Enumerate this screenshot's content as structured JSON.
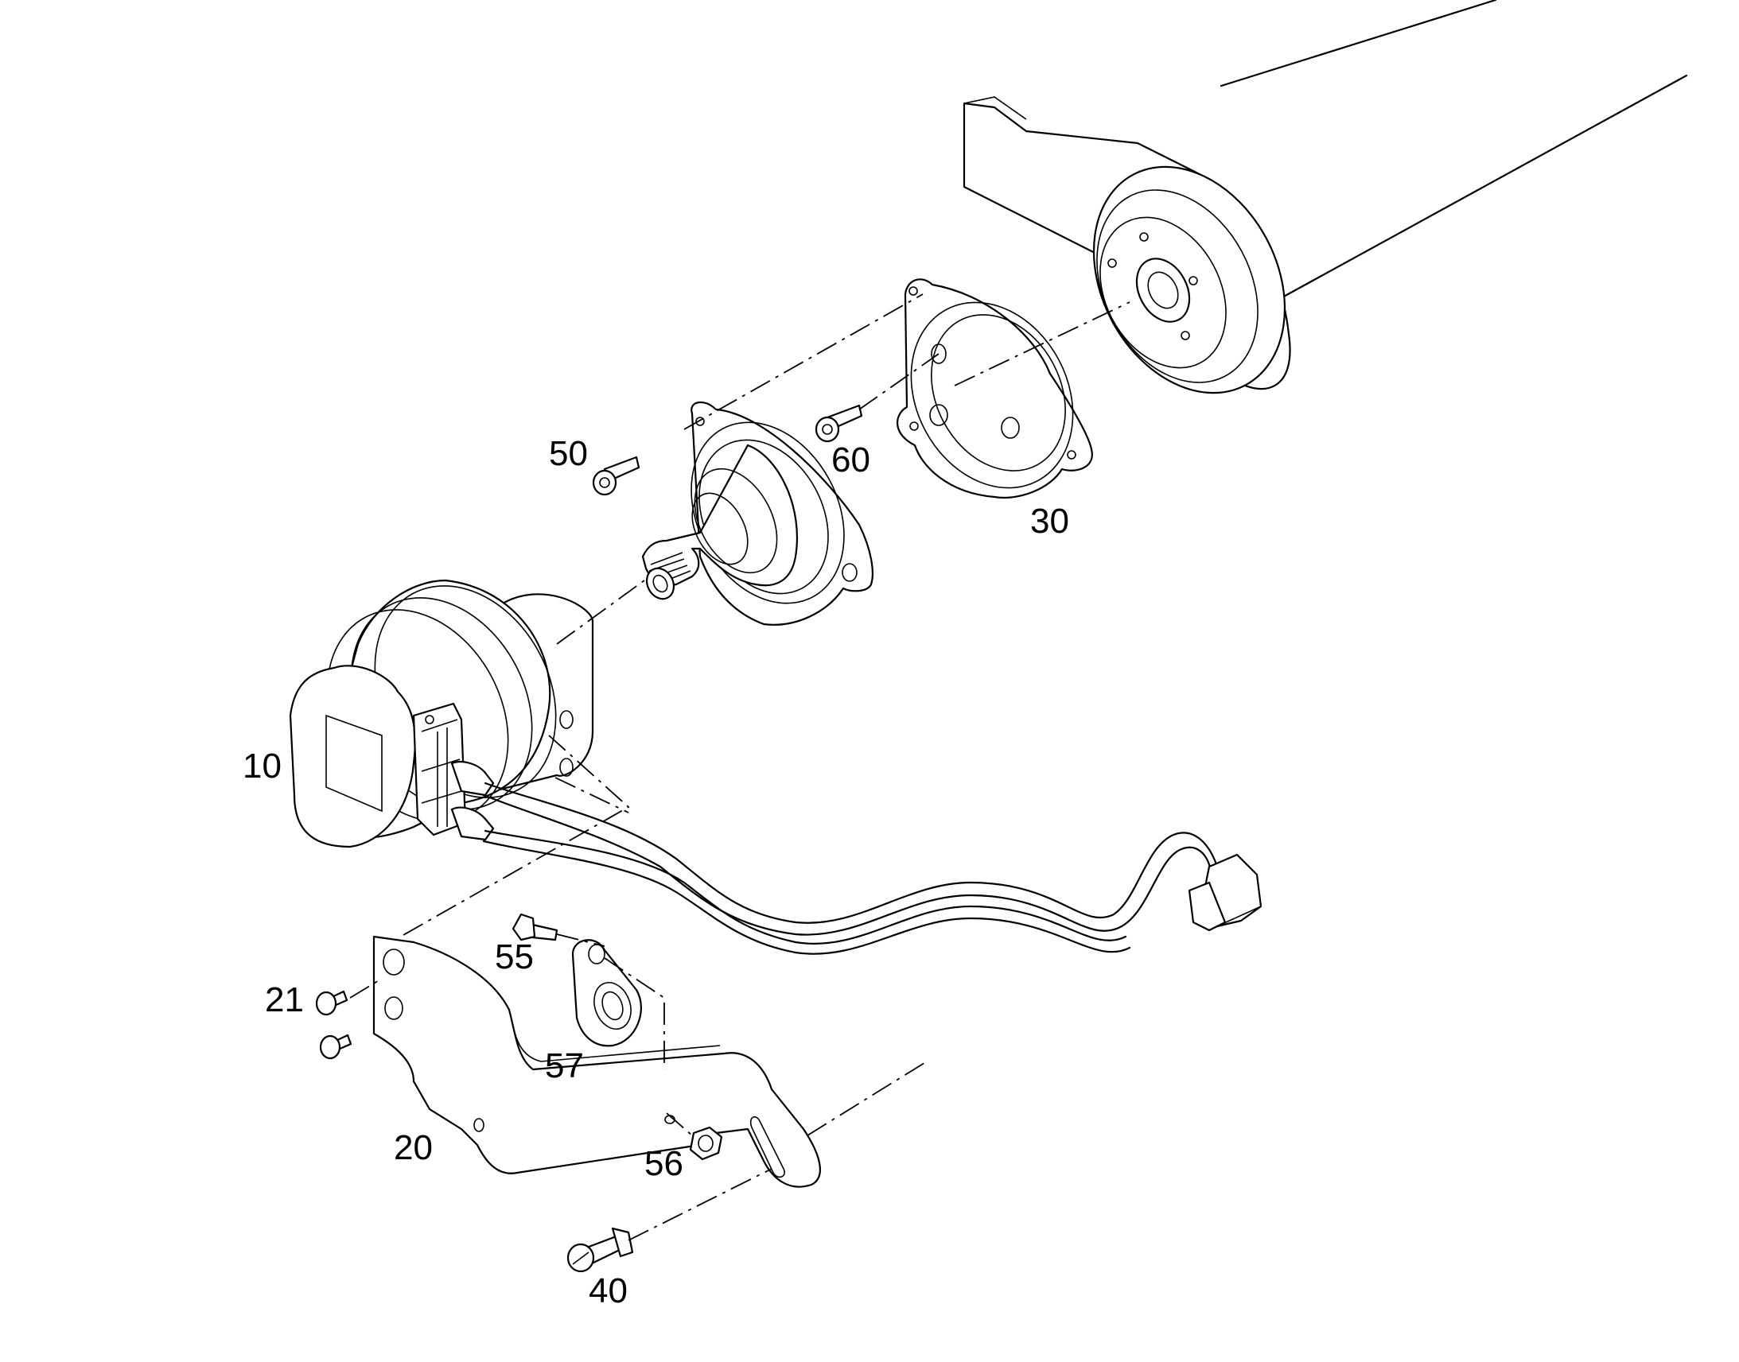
{
  "labels": {
    "p10": "10",
    "p20": "20",
    "p21": "21",
    "p30": "30",
    "p40": "40",
    "p50": "50",
    "p55": "55",
    "p56": "56",
    "p57": "57",
    "p60": "60"
  },
  "colors": {
    "line": "#000000",
    "background": "#ffffff"
  }
}
